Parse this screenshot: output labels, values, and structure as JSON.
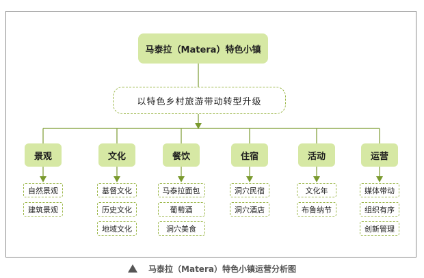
{
  "root": "马泰拉（Matera）特色小镇",
  "subtitle": "以特色乡村旅游带动转型升级",
  "categories": [
    {
      "label": "景观",
      "items": [
        "自然景观",
        "建筑景观"
      ]
    },
    {
      "label": "文化",
      "items": [
        "基督文化",
        "历史文化",
        "地域文化"
      ]
    },
    {
      "label": "餐饮",
      "items": [
        "马泰拉面包",
        "葡萄酒",
        "洞穴美食"
      ]
    },
    {
      "label": "住宿",
      "items": [
        "洞穴民宿",
        "洞穴酒店"
      ]
    },
    {
      "label": "活动",
      "items": [
        "文化年",
        "布鲁纳节"
      ]
    },
    {
      "label": "运营",
      "items": [
        "媒体带动",
        "组织有序",
        "创新管理"
      ]
    }
  ],
  "caption": "马泰拉（Matera）特色小镇运营分析图",
  "colors": {
    "line": "#7a9a2e",
    "fill": "#d6e8a4",
    "dash": "#9ab646"
  }
}
